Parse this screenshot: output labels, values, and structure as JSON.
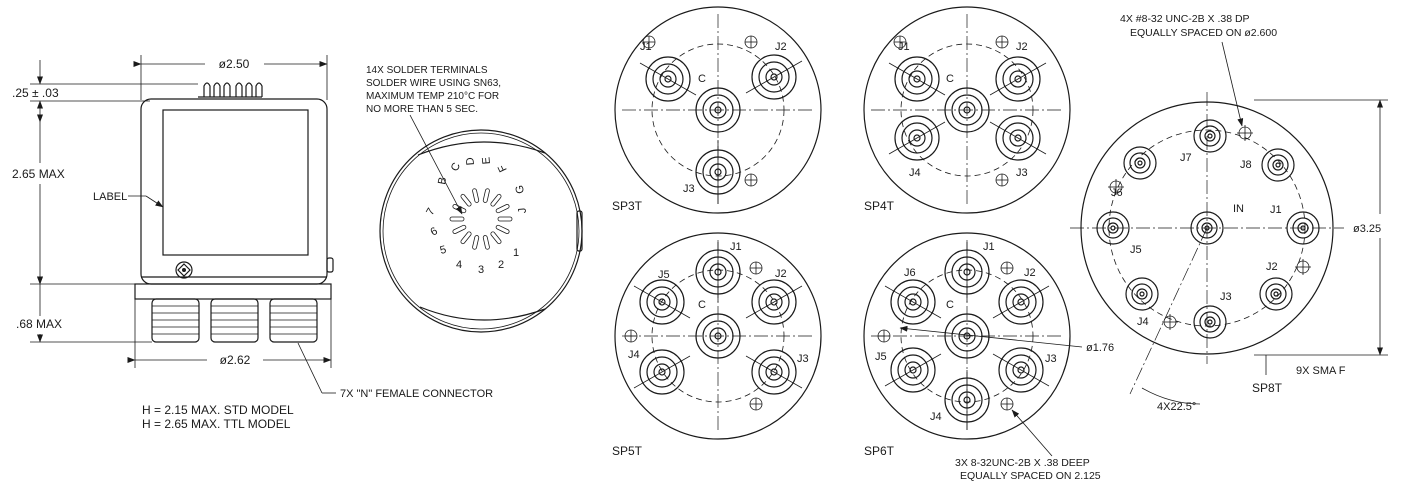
{
  "side_view": {
    "dim_top_width": "ø2.50",
    "dim_terminal_height": ".25 ± .03",
    "dim_body_height": "2.65 MAX",
    "label_callout": "LABEL",
    "dim_connector_height": ".68 MAX",
    "dim_base_width": "ø2.62",
    "connector_note": "7X \"N\" FEMALE CONNECTOR",
    "model_note_std": "H = 2.15 MAX. STD MODEL",
    "model_note_ttl": "H = 2.65 MAX. TTL MODEL"
  },
  "top_view": {
    "terminal_note": [
      "14X SOLDER TERMINALS",
      "SOLDER WIRE USING SN63,",
      "MAXIMUM TEMP 210°C FOR",
      "NO MORE THAN 5 SEC."
    ],
    "terminal_letters": [
      "B",
      "C",
      "D",
      "E",
      "F",
      "G",
      "J"
    ],
    "terminal_numbers": [
      "7",
      "6",
      "5",
      "4",
      "3",
      "2",
      "1"
    ]
  },
  "views": {
    "sp3t": {
      "title": "SP3T",
      "ports": [
        "J1",
        "J2",
        "C",
        "J3"
      ]
    },
    "sp4t": {
      "title": "SP4T",
      "ports": [
        "J1",
        "J2",
        "C",
        "J4",
        "J3"
      ]
    },
    "sp5t": {
      "title": "SP5T",
      "ports": [
        "J1",
        "J5",
        "J2",
        "C",
        "J4",
        "J3"
      ]
    },
    "sp6t": {
      "title": "SP6T",
      "ports": [
        "J1",
        "J6",
        "J2",
        "C",
        "J5",
        "J3",
        "J4"
      ],
      "dim_bolt_circle": "ø1.76"
    },
    "sp8t": {
      "title": "SP8T",
      "ports": [
        "J7",
        "J8",
        "J6",
        "IN",
        "J1",
        "J5",
        "J4",
        "J3",
        "J2"
      ],
      "dim_diameter": "ø3.25",
      "connector_note": "9X SMA F",
      "angle_note": "4X22.5°"
    }
  },
  "notes": {
    "mount_holes_sp8t": [
      "4X #8-32 UNC-2B X .38 DP",
      "EQUALLY SPACED ON ø2.600"
    ],
    "mount_holes_sp6t": [
      "3X 8-32UNC-2B X .38 DEEP",
      "EQUALLY SPACED ON 2.125"
    ]
  }
}
